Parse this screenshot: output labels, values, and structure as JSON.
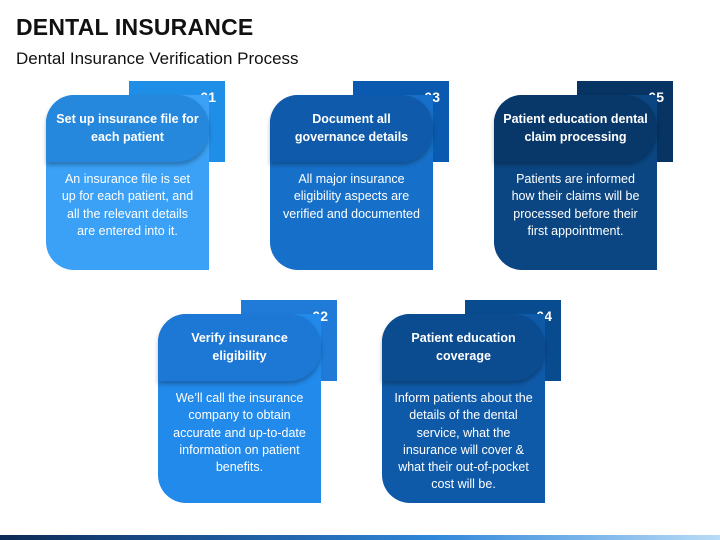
{
  "title": "DENTAL INSURANCE",
  "subtitle": "Dental Insurance Verification Process",
  "steps": [
    {
      "number": "01",
      "heading": "Set up insurance file for each patient",
      "text": "An insurance file is set up for each patient, and all the relevant details are entered into it.",
      "color": "#3aa1f6"
    },
    {
      "number": "02",
      "heading": "Verify insurance eligibility",
      "text": "We’ll call the insurance company to obtain accurate and up-to-date information on patient benefits.",
      "color": "#228aeb"
    },
    {
      "number": "03",
      "heading": "Document all governance details",
      "text": "All major insurance eligibility aspects are verified and documented",
      "color": "#1670c9"
    },
    {
      "number": "04",
      "heading": "Patient education coverage",
      "text": "Inform patients about the details of the dental service, what the insurance will cover & what their out-of-pocket cost will be.",
      "color": "#0f5aa8"
    },
    {
      "number": "05",
      "heading": "Patient education dental claim processing",
      "text": "Patients are informed how their claims will be processed before their first appointment.",
      "color": "#0b4682"
    }
  ]
}
